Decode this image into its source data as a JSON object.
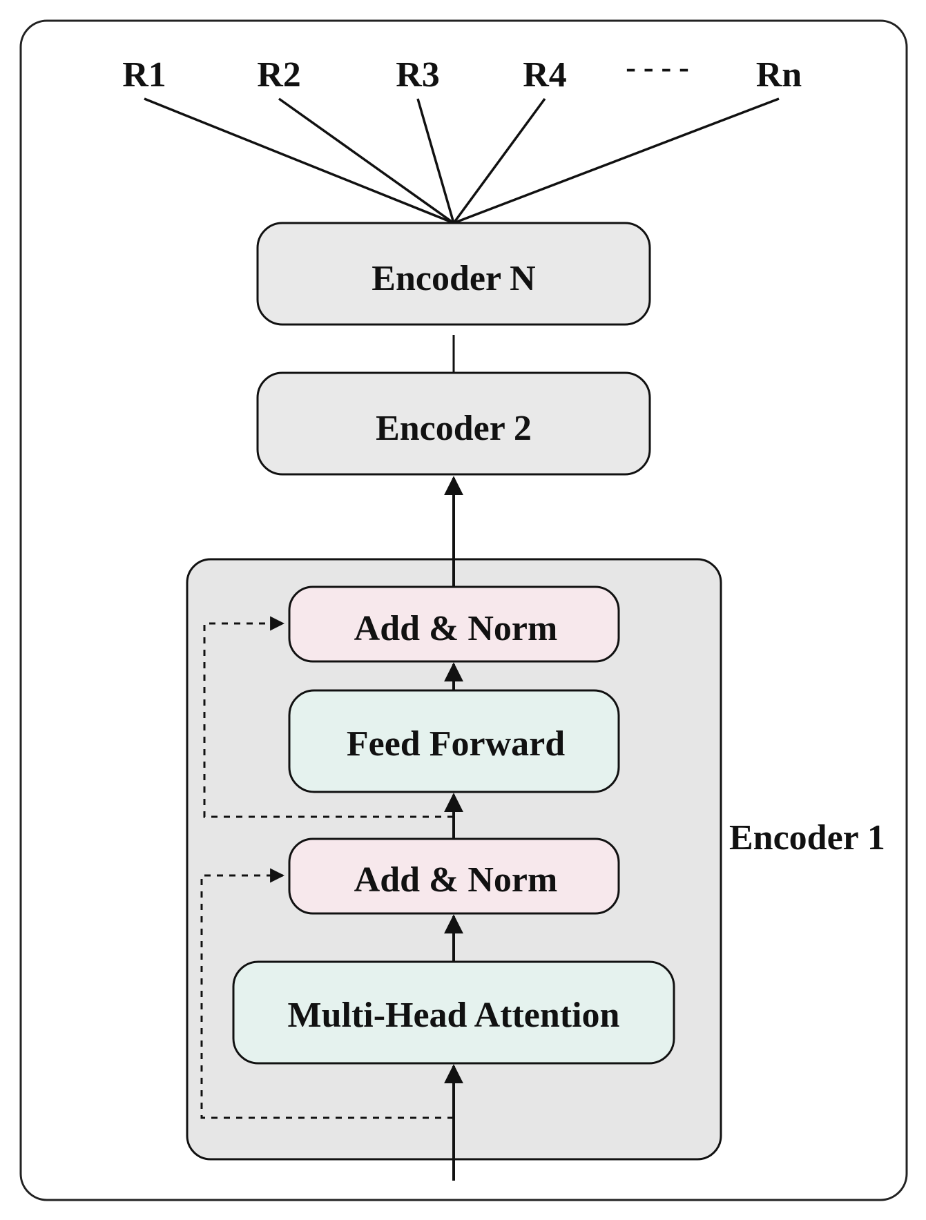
{
  "outputs": {
    "r1": "R1",
    "r2": "R2",
    "r3": "R3",
    "r4": "R4",
    "ellipsis": "- - - -",
    "rn": "Rn"
  },
  "encoders": {
    "encoder_n": "Encoder N",
    "encoder_2": "Encoder 2",
    "encoder_1": "Encoder 1"
  },
  "encoder_1_blocks": {
    "add_norm_top": "Add & Norm",
    "feed_forward": "Feed Forward",
    "add_norm_bottom": "Add & Norm",
    "multi_head_attention": "Multi-Head Attention"
  },
  "colors": {
    "outer_frame": "#ffffff",
    "encoder_box": "#e9e9e9",
    "encoder_1_group": "#e6e6e6",
    "add_norm": "#f7e8ec",
    "sublayer": "#e5f2ee",
    "stroke": "#111111"
  }
}
